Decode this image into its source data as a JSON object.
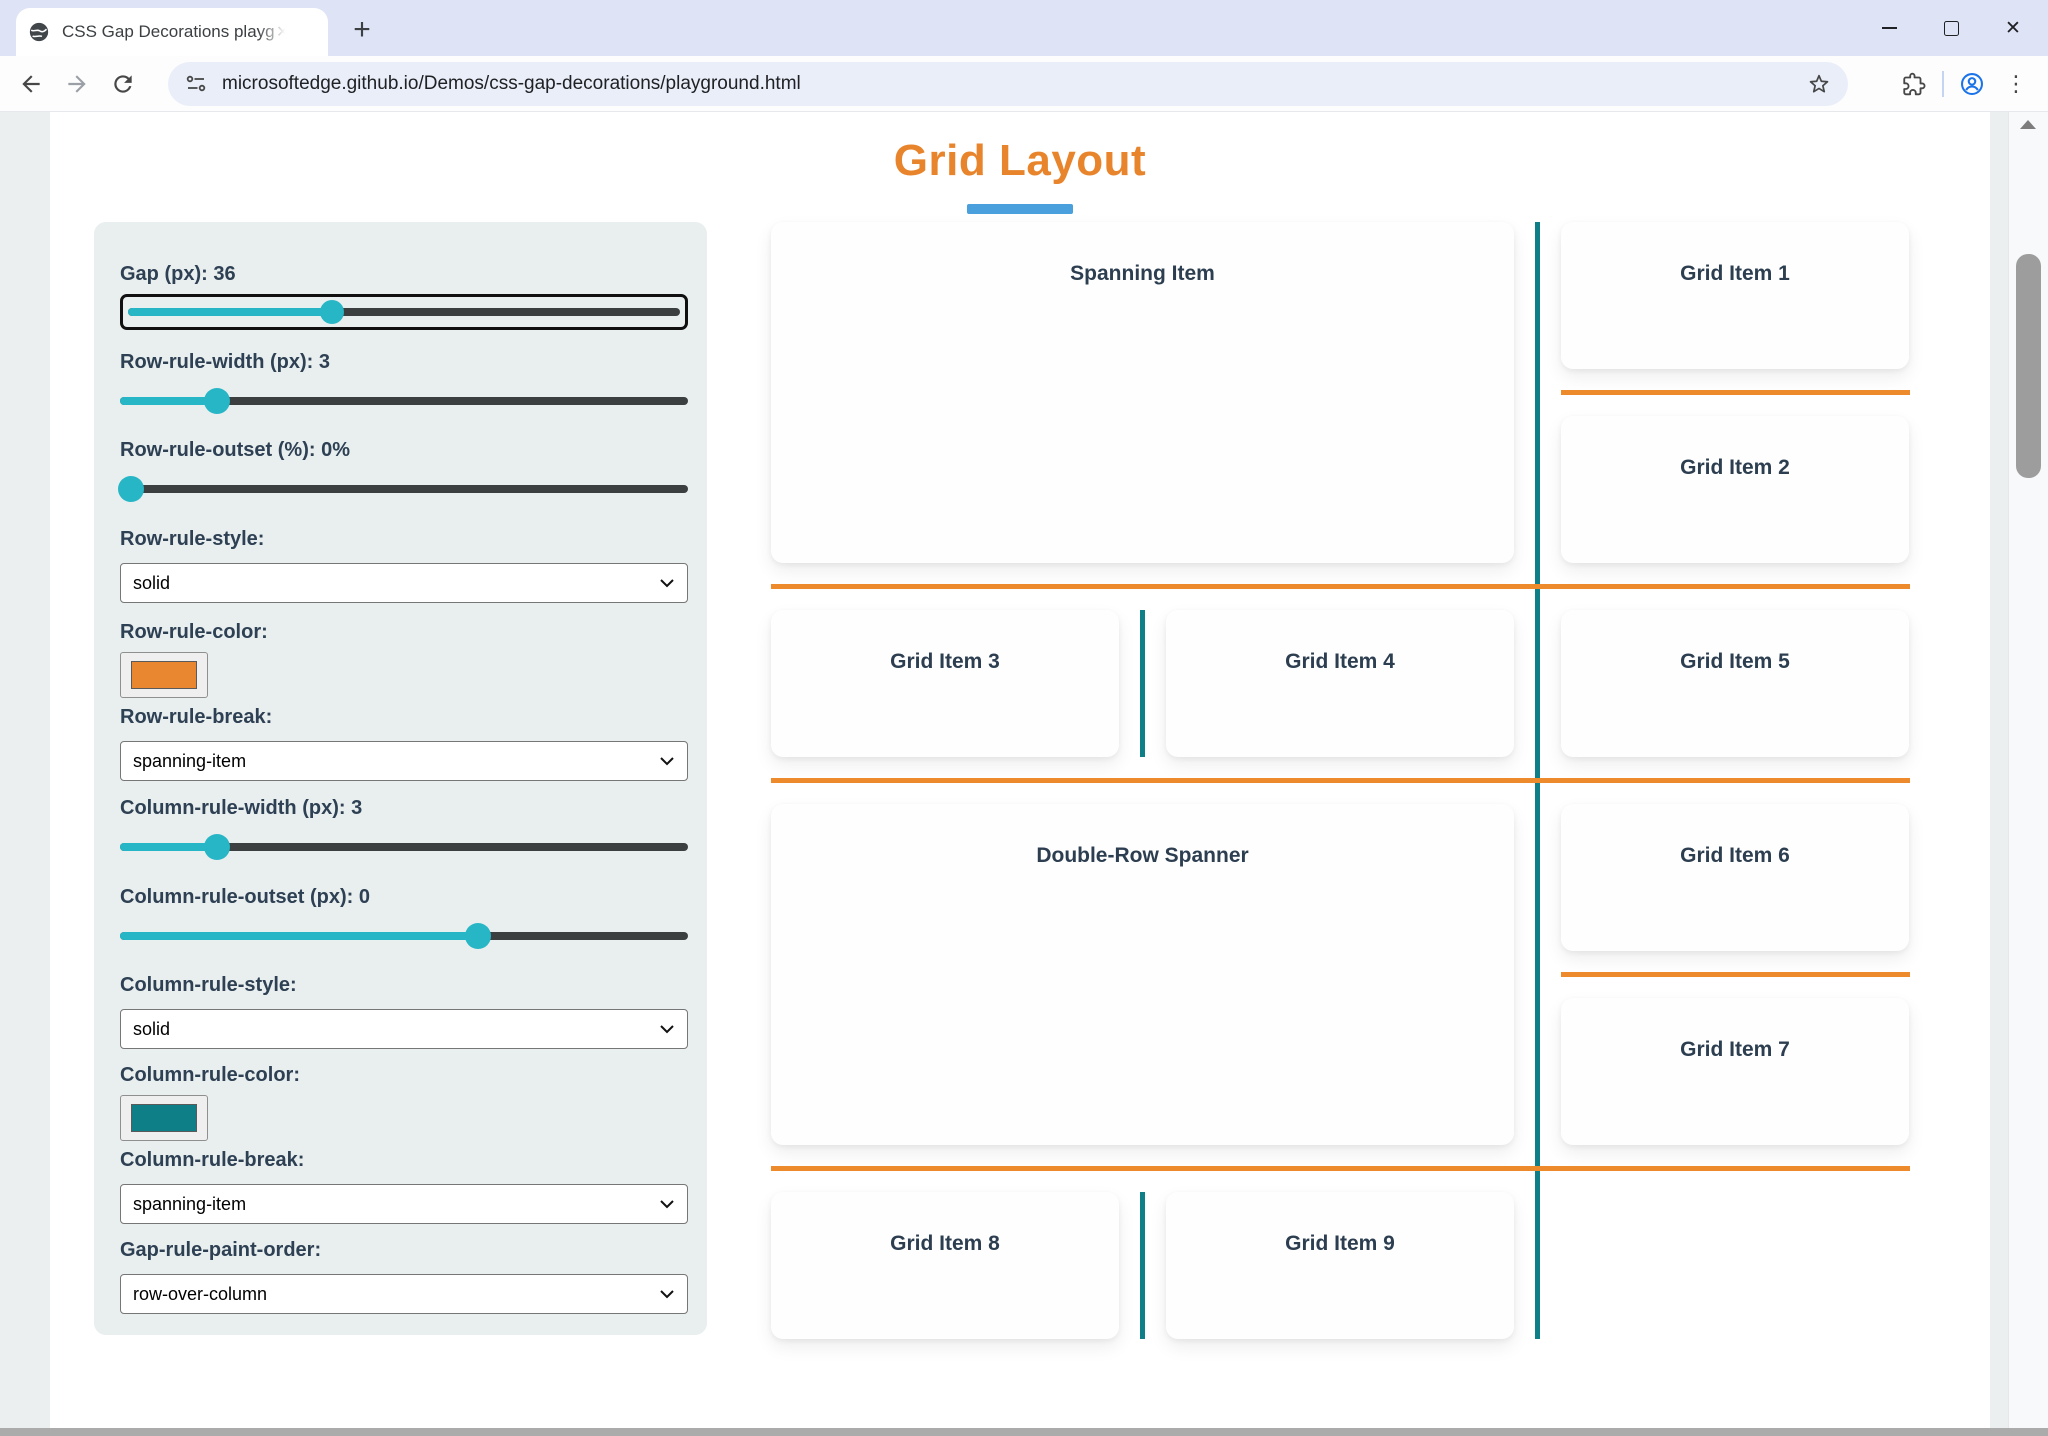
{
  "browser": {
    "tab_title": "CSS Gap Decorations playgroun",
    "url": "microsoftedge.github.io/Demos/css-gap-decorations/playground.html",
    "new_tab_glyph": "+",
    "tab_close_glyph": "✕",
    "window_close_glyph": "✕",
    "kebab_glyph": "⋮"
  },
  "page": {
    "title": "Grid Layout",
    "title_color": "#e8852c",
    "underline_color": "#4aa0dc"
  },
  "panel": {
    "gap_label": "Gap (px): 36",
    "row_rule_width_label": "Row-rule-width (px): 3",
    "row_rule_outset_label": "Row-rule-outset (%): 0%",
    "row_rule_style_label": "Row-rule-style:",
    "row_rule_style_value": "solid",
    "row_rule_color_label": "Row-rule-color:",
    "row_rule_color_value": "#e8872f",
    "row_rule_break_label": "Row-rule-break:",
    "row_rule_break_value": "spanning-item",
    "column_rule_width_label": "Column-rule-width (px): 3",
    "column_rule_outset_label": "Column-rule-outset (px): 0",
    "column_rule_style_label": "Column-rule-style:",
    "column_rule_style_value": "solid",
    "column_rule_color_label": "Column-rule-color:",
    "column_rule_color_value": "#0e7f86",
    "column_rule_break_label": "Column-rule-break:",
    "column_rule_break_value": "spanning-item",
    "gap_rule_paint_order_label": "Gap-rule-paint-order:",
    "gap_rule_paint_order_value": "row-over-column"
  },
  "sliders": {
    "gap_pct": 37,
    "row_rule_width_pct": 17,
    "row_rule_outset_pct": 2,
    "column_rule_width_pct": 17,
    "column_rule_outset_pct": 63
  },
  "grid": {
    "row_rule_color": "#ed8a2b",
    "column_rule_color": "#0e7f86",
    "items": [
      {
        "label": "Spanning Item"
      },
      {
        "label": "Grid Item 1"
      },
      {
        "label": "Grid Item 2"
      },
      {
        "label": "Grid Item 3"
      },
      {
        "label": "Grid Item 4"
      },
      {
        "label": "Grid Item 5"
      },
      {
        "label": "Double-Row Spanner"
      },
      {
        "label": "Grid Item 6"
      },
      {
        "label": "Grid Item 7"
      },
      {
        "label": "Grid Item 8"
      },
      {
        "label": "Grid Item 9"
      }
    ]
  }
}
